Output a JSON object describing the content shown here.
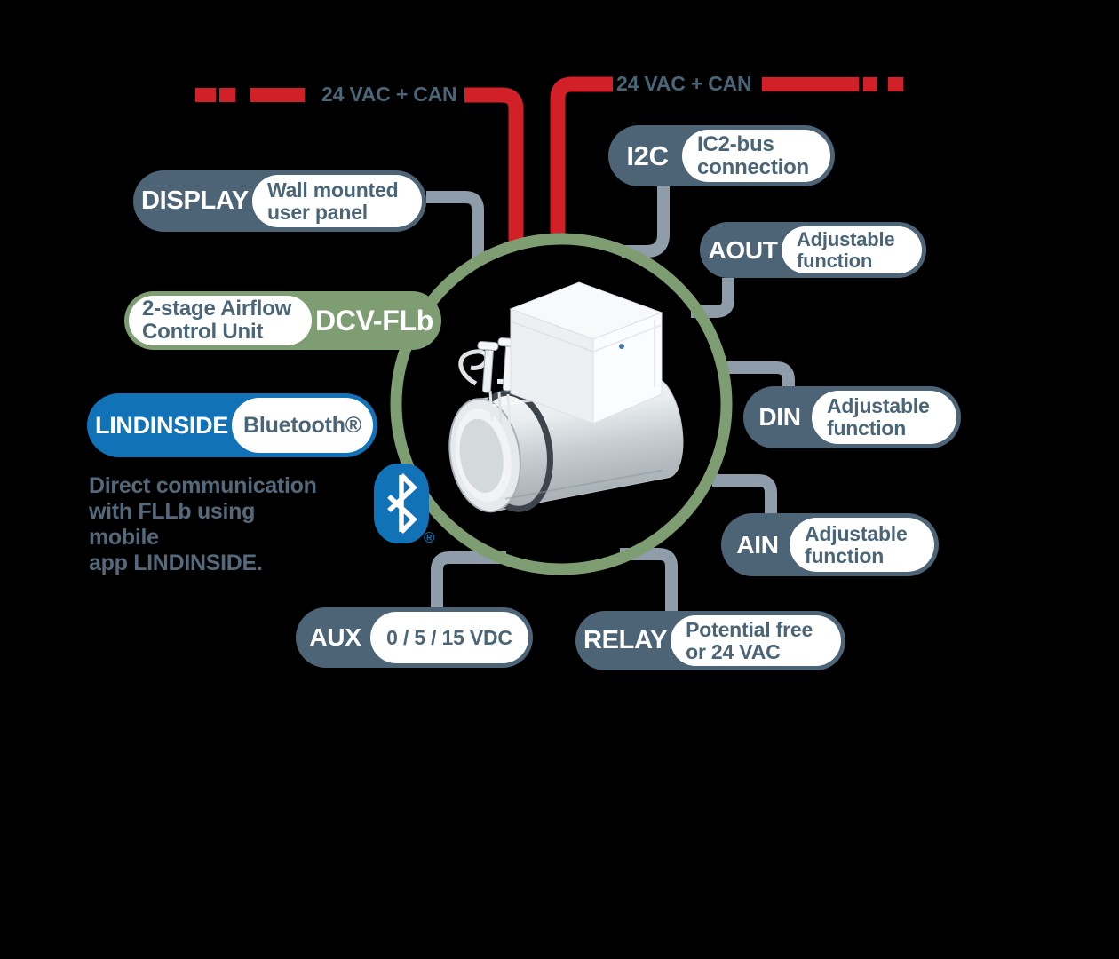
{
  "diagram": {
    "power_labels": {
      "left": "24 VAC + CAN",
      "right": "24 VAC + CAN"
    },
    "product": {
      "name": "2-stage Airflow Control Unit",
      "model": "DCV-FLb"
    },
    "ports": [
      {
        "label": "DISPLAY",
        "desc": "Wall mounted user panel"
      },
      {
        "label": "I2C",
        "desc": "IC2-bus connection"
      },
      {
        "label": "AOUT",
        "desc": "Adjustable function"
      },
      {
        "label": "DIN",
        "desc": "Adjustable function"
      },
      {
        "label": "AIN",
        "desc": "Adjustable function"
      },
      {
        "label": "RELAY",
        "desc": "Potential free or 24 VAC"
      },
      {
        "label": "AUX",
        "desc": "0 / 5 / 15 VDC"
      }
    ],
    "app": {
      "label": "LINDINSIDE",
      "desc": "Bluetooth®",
      "note": "Direct communication\nwith FLLb using  mobile\napp LINDINSIDE."
    },
    "bluetooth_reg_mark": "®",
    "icons": {
      "center_badge": "bluetooth-icon"
    },
    "colors": {
      "red": "#d12027",
      "slate_pill": "#4d6477",
      "green_ring": "#7e9d72",
      "blue": "#1172b8",
      "connector_gray": "#8e9da9",
      "text_slate": "#4a6577"
    }
  }
}
